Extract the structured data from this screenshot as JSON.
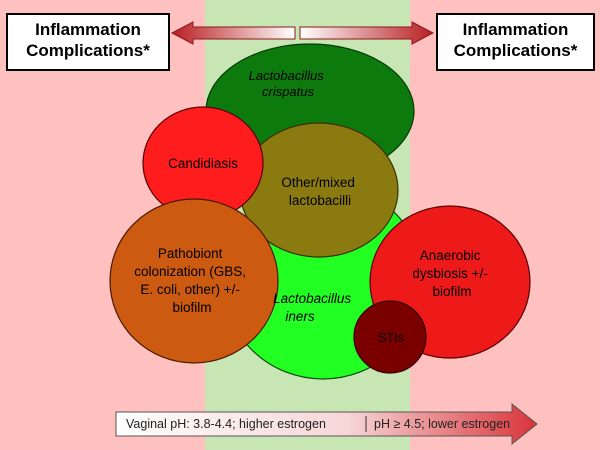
{
  "labels": {
    "left_lines": [
      "Inflammation",
      "Complications*"
    ],
    "right_lines": [
      "Inflammation",
      "Complications*"
    ]
  },
  "circles": {
    "crispatus": {
      "lines": [
        "Lactobacillus",
        "crispatus"
      ],
      "italic": true
    },
    "candidiasis": {
      "lines": [
        "Candidiasis"
      ],
      "italic": false
    },
    "other_mixed": {
      "lines": [
        "Other/mixed",
        "lactobacilli"
      ],
      "italic": false
    },
    "pathobiont": {
      "lines": [
        "Pathobiont",
        "colonization (GBS,",
        "E. coli, other) +/-",
        "biofilm"
      ],
      "italic": false
    },
    "iners": {
      "lines": [
        "Lactobacillus",
        "iners"
      ],
      "italic": true
    },
    "anaerobic": {
      "lines": [
        "Anaerobic",
        "dysbiosis +/-",
        "biofilm"
      ],
      "italic": false
    },
    "stis": {
      "lines": [
        "STIs"
      ],
      "italic": false
    }
  },
  "ph_scale": {
    "left_text": "Vaginal pH: 3.8-4.4; higher estrogen",
    "separator": "|",
    "right_text": "pH ≥ 4.5; lower estrogen"
  },
  "colors": {
    "background": "#ffc0c0",
    "center_band": "#c8e6b4",
    "crispatus": "#0c7a0c",
    "iners": "#22ff22",
    "other_mixed": "#8a7a10",
    "candidiasis": "#ff1c1c",
    "pathobiont": "#cc5a10",
    "anaerobic": "#ee1a1a",
    "stis": "#7a0000",
    "arrow": "#c8282c"
  }
}
